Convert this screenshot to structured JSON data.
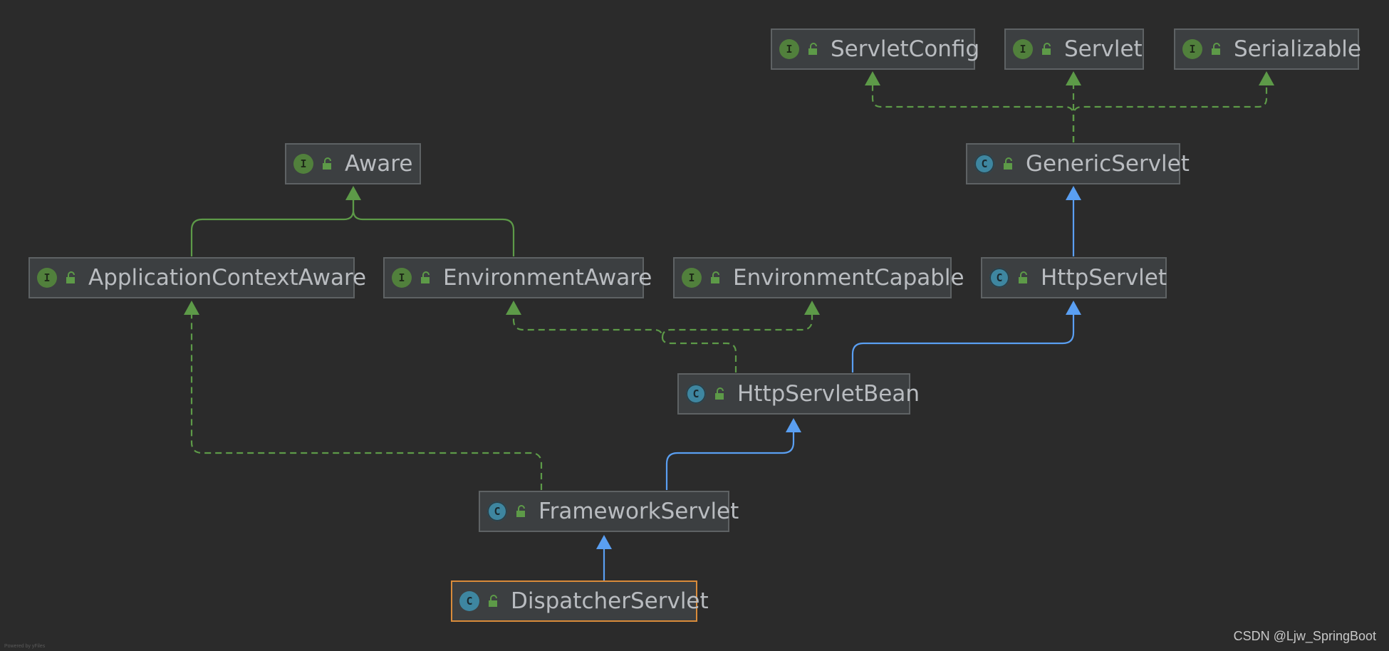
{
  "diagram": {
    "nodes": [
      {
        "id": "servletconfig",
        "kind": "interface",
        "kind_letter": "I",
        "label": "ServletConfig"
      },
      {
        "id": "servlet",
        "kind": "interface",
        "kind_letter": "I",
        "label": "Servlet"
      },
      {
        "id": "serializable",
        "kind": "interface",
        "kind_letter": "I",
        "label": "Serializable"
      },
      {
        "id": "aware",
        "kind": "interface",
        "kind_letter": "I",
        "label": "Aware"
      },
      {
        "id": "genericservlet",
        "kind": "abstract",
        "kind_letter": "C",
        "label": "GenericServlet"
      },
      {
        "id": "applicationcontextaware",
        "kind": "interface",
        "kind_letter": "I",
        "label": "ApplicationContextAware"
      },
      {
        "id": "environmentaware",
        "kind": "interface",
        "kind_letter": "I",
        "label": "EnvironmentAware"
      },
      {
        "id": "environmentcapable",
        "kind": "interface",
        "kind_letter": "I",
        "label": "EnvironmentCapable"
      },
      {
        "id": "httpservlet",
        "kind": "abstract",
        "kind_letter": "C",
        "label": "HttpServlet"
      },
      {
        "id": "httpservletbean",
        "kind": "abstract",
        "kind_letter": "C",
        "label": "HttpServletBean"
      },
      {
        "id": "frameworkservlet",
        "kind": "abstract",
        "kind_letter": "C",
        "label": "FrameworkServlet"
      },
      {
        "id": "dispatcherservlet",
        "kind": "class",
        "kind_letter": "C",
        "label": "DispatcherServlet",
        "selected": true
      }
    ],
    "edges": [
      {
        "from": "genericservlet",
        "to": "servletconfig",
        "type": "implements"
      },
      {
        "from": "genericservlet",
        "to": "servlet",
        "type": "implements"
      },
      {
        "from": "genericservlet",
        "to": "serializable",
        "type": "implements"
      },
      {
        "from": "applicationcontextaware",
        "to": "aware",
        "type": "extends-interface"
      },
      {
        "from": "environmentaware",
        "to": "aware",
        "type": "extends-interface"
      },
      {
        "from": "httpservlet",
        "to": "genericservlet",
        "type": "extends"
      },
      {
        "from": "httpservletbean",
        "to": "httpservlet",
        "type": "extends"
      },
      {
        "from": "httpservletbean",
        "to": "environmentaware",
        "type": "implements"
      },
      {
        "from": "httpservletbean",
        "to": "environmentcapable",
        "type": "implements"
      },
      {
        "from": "frameworkservlet",
        "to": "httpservletbean",
        "type": "extends"
      },
      {
        "from": "frameworkservlet",
        "to": "applicationcontextaware",
        "type": "implements"
      },
      {
        "from": "dispatcherservlet",
        "to": "frameworkservlet",
        "type": "extends"
      }
    ],
    "colors": {
      "background": "#2b2b2b",
      "extends_line": "#5a9ff2",
      "implements_line": "#5d9a48",
      "interface_badge": "#51803c",
      "class_badge": "#3e86a0",
      "selected_border": "#d98b3a"
    }
  },
  "watermark": "CSDN @Ljw_SpringBoot",
  "credit": "Powered by yFiles"
}
